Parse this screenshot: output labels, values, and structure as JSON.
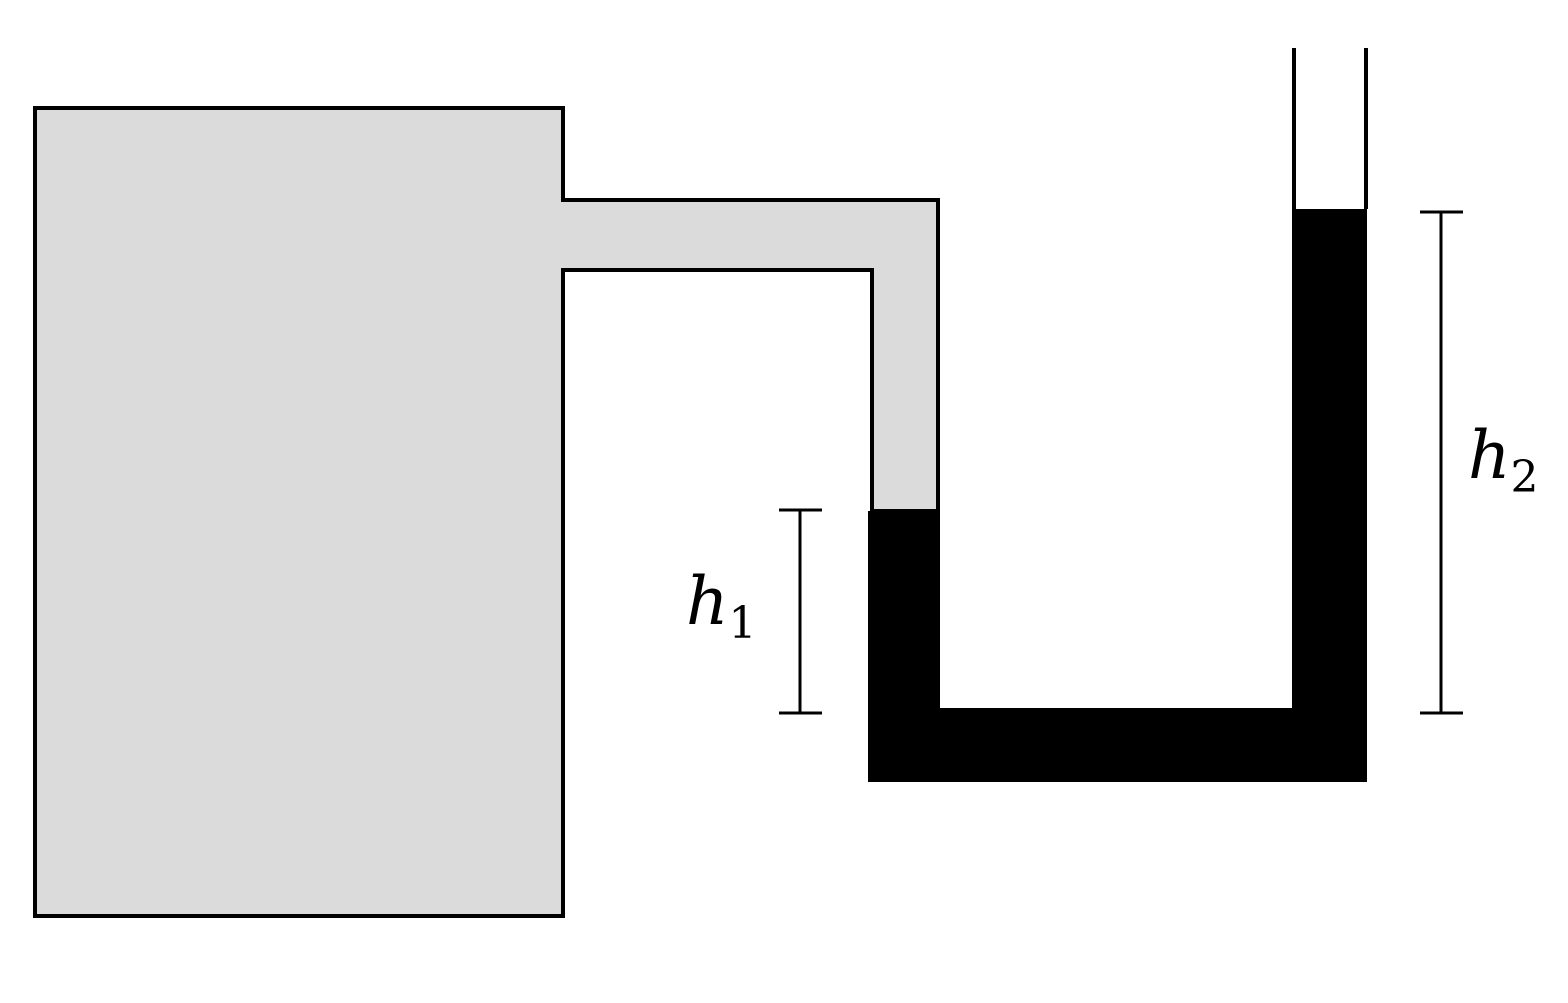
{
  "colors": {
    "gas": "#dbdbdb",
    "manometer_liquid": "#000000",
    "outline": "#000000",
    "background": "#ffffff"
  },
  "labels": {
    "h1": {
      "var": "h",
      "sub": "1"
    },
    "h2": {
      "var": "h",
      "sub": "2"
    }
  }
}
